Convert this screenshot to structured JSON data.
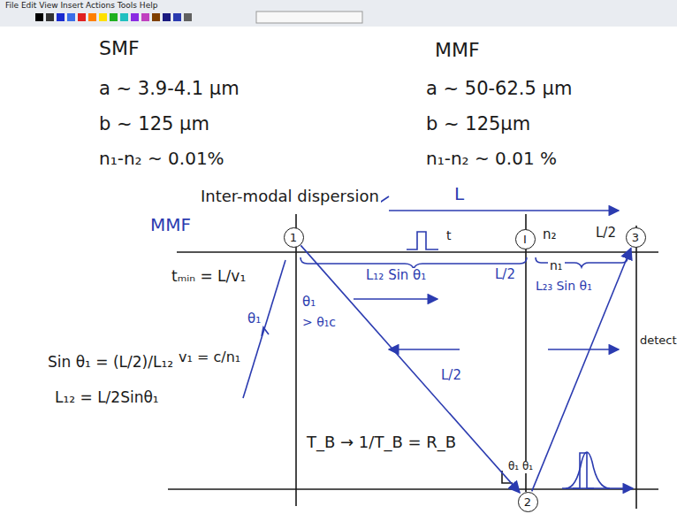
{
  "diagram": {
    "nodes": [
      {
        "text": [
          "1"
        ]
      },
      {
        "text": [
          "I"
        ]
      },
      {
        "text": [
          "3"
        ]
      },
      {
        "text": [
          "2"
        ]
      }
    ],
    "edges": [
      {
        "from": 0,
        "to": 3,
        "arrow": "to"
      },
      {
        "from": 3,
        "to": 2,
        "arrow": "to"
      }
    ],
    "labels": [
      "File Edit View Insert Actions Tools Help",
      "SMF",
      "a ~ 3.9-4.1 μm",
      "b ~ 125 μm",
      "n₁-n₂ ~ 0.01%",
      "MMF",
      "a ~ 50-62.5 μm",
      "b ~ 125μm",
      "n₁-n₂ ~ 0.01 %",
      "Inter-modal dispersion",
      "L",
      "t",
      "n₂",
      "L/2",
      "MMF",
      "θ₁",
      "θ₁",
      "> θ₁c",
      "L₁₂ Sin θ₁",
      "L/2",
      "n₁",
      "L₂₃ Sin θ₁",
      "tₘᵢₙ = L/v₁",
      "L/2",
      "v₁ = c/n₁",
      "Sin θ₁ = (L/2)/L₁₂",
      "L₁₂ = L/2Sinθ₁",
      "T_B → 1/T_B = R_B",
      "θ₁ θ₁",
      "detect"
    ]
  }
}
